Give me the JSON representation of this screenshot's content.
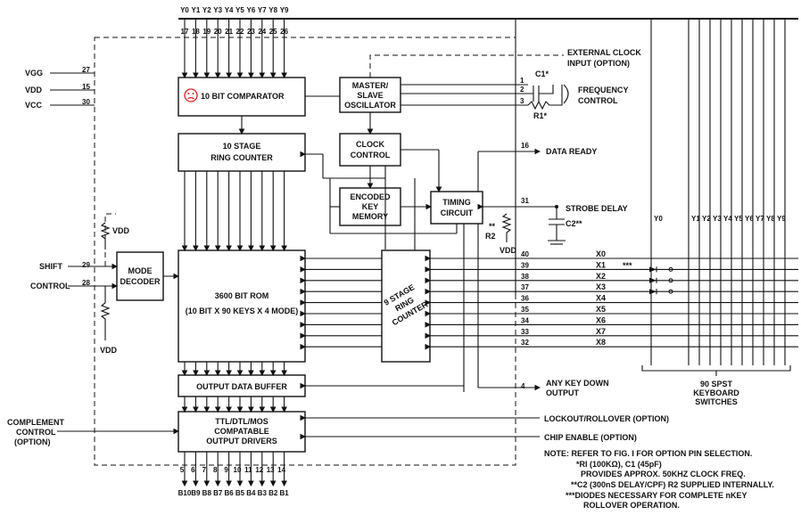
{
  "top_y_labels": [
    "Y0",
    "Y1",
    "Y2",
    "Y3",
    "Y4",
    "Y5",
    "Y6",
    "Y7",
    "Y8",
    "Y9"
  ],
  "top_pins": [
    "17",
    "18",
    "19",
    "20",
    "21",
    "22",
    "23",
    "24",
    "25",
    "26"
  ],
  "supplies": [
    {
      "name": "VGG",
      "pin": "27"
    },
    {
      "name": "VDD",
      "pin": "15"
    },
    {
      "name": "VCC",
      "pin": "30"
    }
  ],
  "blocks": {
    "comparator": "10 BIT COMPARATOR",
    "ring10_1": "10 STAGE",
    "ring10_2": "RING COUNTER",
    "osc_1": "MASTER/",
    "osc_2": "SLAVE",
    "osc_3": "OSCILLATOR",
    "clock_1": "CLOCK",
    "clock_2": "CONTROL",
    "key_1": "ENCODED",
    "key_2": "KEY",
    "key_3": "MEMORY",
    "timing_1": "TIMING",
    "timing_2": "CIRCUIT",
    "mode_1": "MODE",
    "mode_2": "DECODER",
    "rom_1": "3600 BIT ROM",
    "rom_2": "(10 BIT X 90 KEYS X 4 MODE)",
    "ring9_1": "9 STAGE",
    "ring9_2": "RING",
    "ring9_3": "COUNTER",
    "outbuf": "OUTPUT DATA BUFFER",
    "drv_1": "TTL/DTL/MOS",
    "drv_2": "COMPATABLE",
    "drv_3": "OUTPUT DRIVERS"
  },
  "ext_clock_1": "EXTERNAL CLOCK",
  "ext_clock_2": "INPUT (OPTION)",
  "osc_pins": [
    "1",
    "2",
    "3"
  ],
  "c1": "C1*",
  "r1": "R1*",
  "freq_1": "FREQUENCY",
  "freq_2": "CONTROL",
  "data_ready_pin": "16",
  "data_ready": "DATA READY",
  "strobe_pin": "31",
  "strobe": "STROBE DELAY",
  "c2": "C2**",
  "r2": "R2",
  "r2_mark": "**",
  "vdd": "VDD",
  "shift": "SHIFT",
  "shift_pin": "29",
  "control": "CONTROL",
  "control_pin": "28",
  "x_rows": [
    {
      "pin": "40",
      "label": "X0"
    },
    {
      "pin": "39",
      "label": "X1"
    },
    {
      "pin": "38",
      "label": "X2"
    },
    {
      "pin": "37",
      "label": "X3"
    },
    {
      "pin": "36",
      "label": "X4"
    },
    {
      "pin": "35",
      "label": "X5"
    },
    {
      "pin": "34",
      "label": "X6"
    },
    {
      "pin": "33",
      "label": "X7"
    },
    {
      "pin": "32",
      "label": "X8"
    }
  ],
  "diode_mark": "***",
  "anykey_pin": "4",
  "anykey_1": "ANY KEY DOWN",
  "anykey_2": "OUTPUT",
  "lockout": "LOCKOUT/ROLLOVER (OPTION)",
  "chip_enable": "CHIP ENABLE (OPTION)",
  "complement_1": "COMPLEMENT",
  "complement_2": "CONTROL",
  "complement_3": "(OPTION)",
  "bottom_pins": [
    "5",
    "6",
    "7",
    "8",
    "9",
    "10",
    "11",
    "12",
    "13",
    "14"
  ],
  "bottom_labels": [
    "B10",
    "B9",
    "B8",
    "B7",
    "B6",
    "B5",
    "B4",
    "B3",
    "B2",
    "B1"
  ],
  "kb_y_labels": [
    "Y0",
    "Y1",
    "Y2",
    "Y3",
    "Y4",
    "Y5",
    "Y6",
    "Y7",
    "Y8",
    "Y9"
  ],
  "kb_1": "90 SPST",
  "kb_2": "KEYBOARD",
  "kb_3": "SWITCHES",
  "notes": [
    "NOTE:  REFER TO FIG. I FOR OPTION PIN SELECTION.",
    "*RI (100KΩ), C1 (45pF)",
    "PROVIDES APPROX. 50KHZ CLOCK FREQ.",
    "**C2 (300nS DELAY/CPF) R2 SUPPLIED INTERNALLY.",
    "***DIODES NECESSARY FOR COMPLETE nKEY",
    "ROLLOVER OPERATION."
  ]
}
